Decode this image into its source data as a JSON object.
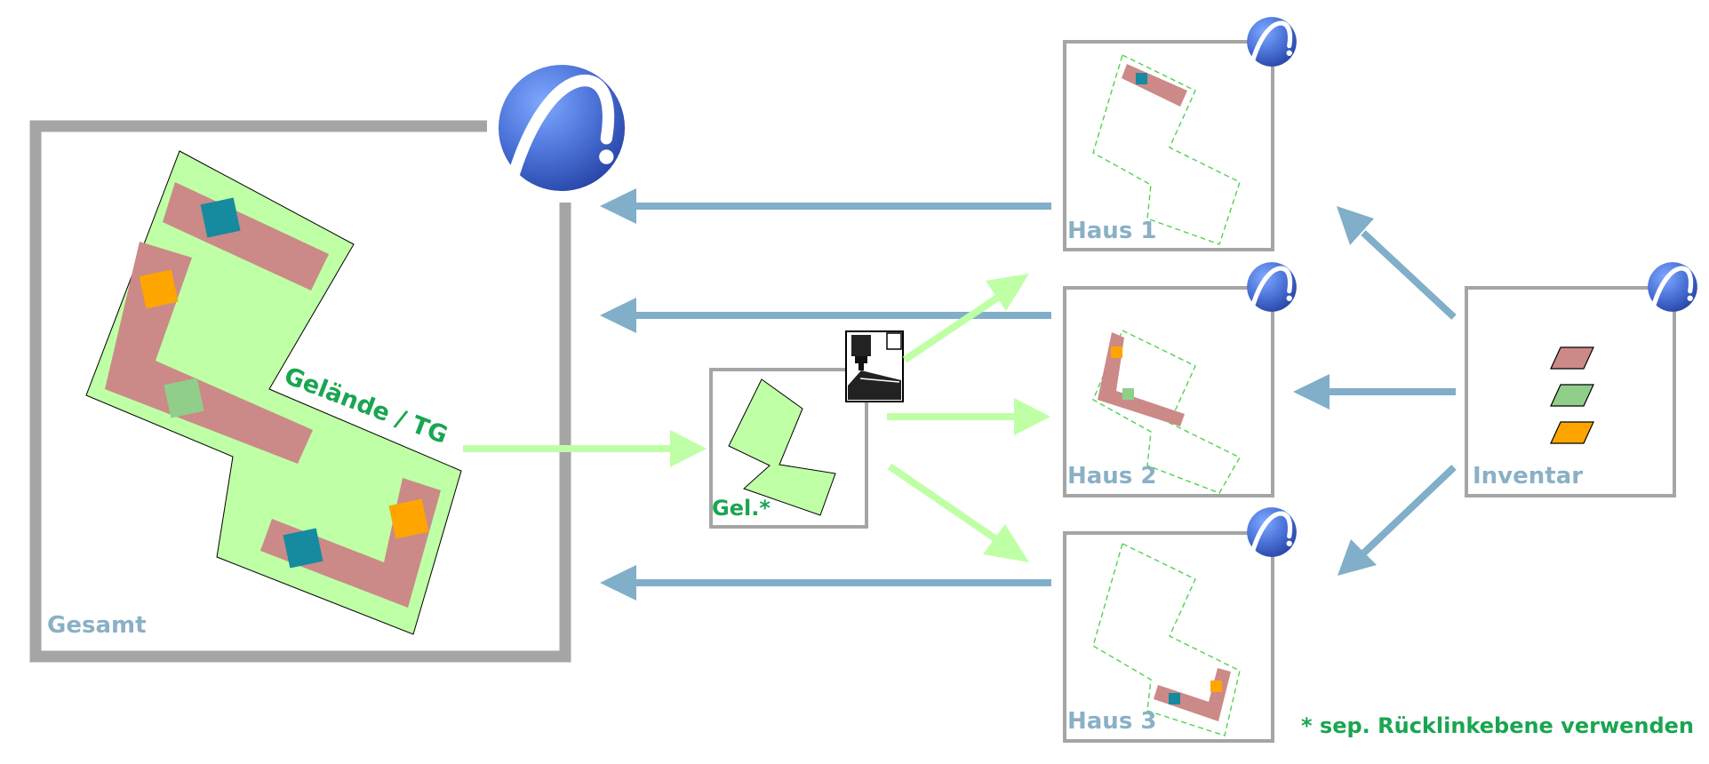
{
  "labels": {
    "gesamt": "Gesamt",
    "gelaende": "Gelände / TG",
    "gel": "Gel.*",
    "haus1": "Haus 1",
    "haus2": "Haus 2",
    "haus3": "Haus 3",
    "inventar": "Inventar",
    "footnote": "* sep. Rücklinkebene verwenden"
  },
  "colors": {
    "frame": "#a5a5a5",
    "site": "#bfffa6",
    "building": "#cb8a87",
    "teal": "#168a9e",
    "orange": "#ffa500",
    "lightgreen": "#90cf89",
    "arrow_blue": "#81aec8",
    "arrow_green": "#bfffa6",
    "label_blue": "#8ab0c6",
    "label_green": "#1aa551"
  },
  "icons": [
    "archicad-logo-icon",
    "cnc-plotter-icon"
  ]
}
